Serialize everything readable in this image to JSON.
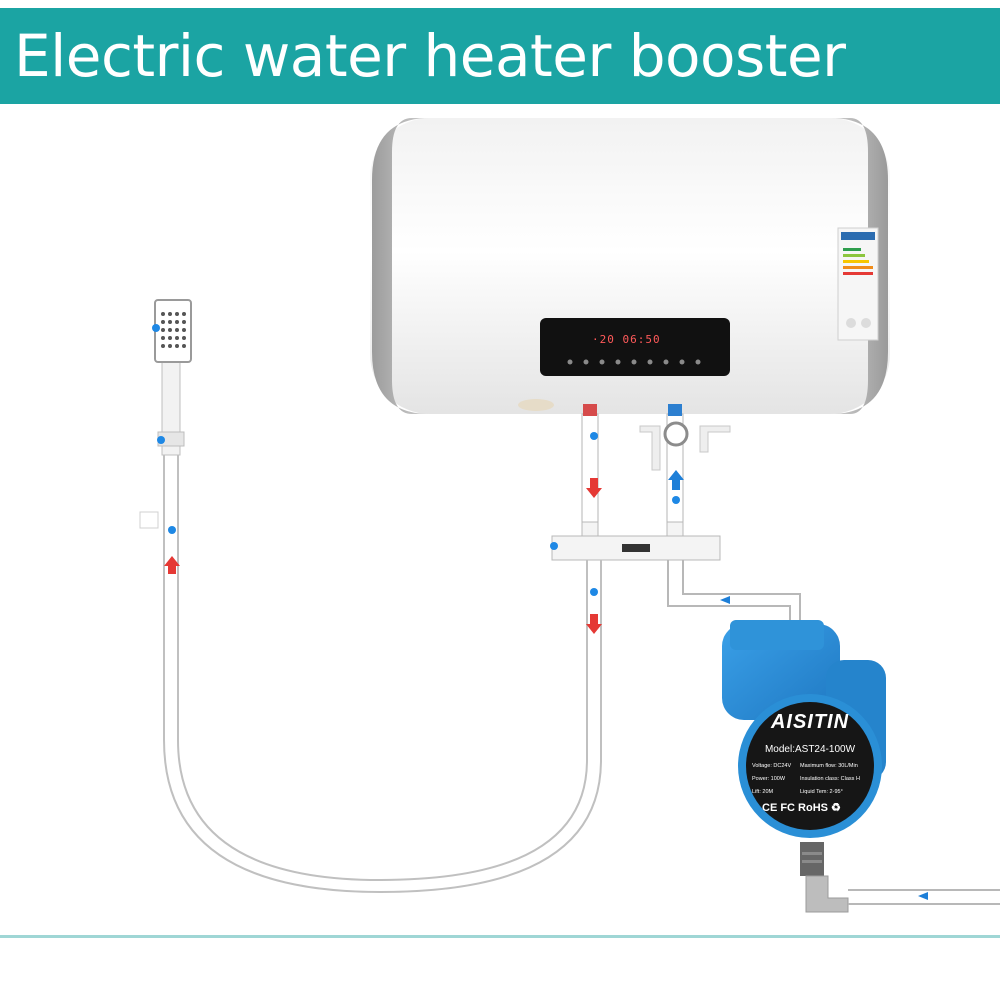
{
  "banner": {
    "title": "Electric water heater booster"
  },
  "heater": {
    "display_readout": "·20  06:50"
  },
  "pump": {
    "brand": "AISITIN",
    "model": "Model:AST24-100W",
    "specs": {
      "voltage": "Voltage: DC24V",
      "max_flow": "Maximum flow: 30L/Min",
      "power": "Power: 100W",
      "insulation": "Insulation class: Class H",
      "lift": "Lift: 20M",
      "liquid_temp": "Liquid Tem: 2-95°"
    },
    "certs": "CE FC RoHS ♻"
  },
  "colors": {
    "banner": "#1ba4a3",
    "pump_body": "#2a8fd6",
    "hot_arrow": "#e53935",
    "cold_arrow": "#1e7fd8"
  }
}
